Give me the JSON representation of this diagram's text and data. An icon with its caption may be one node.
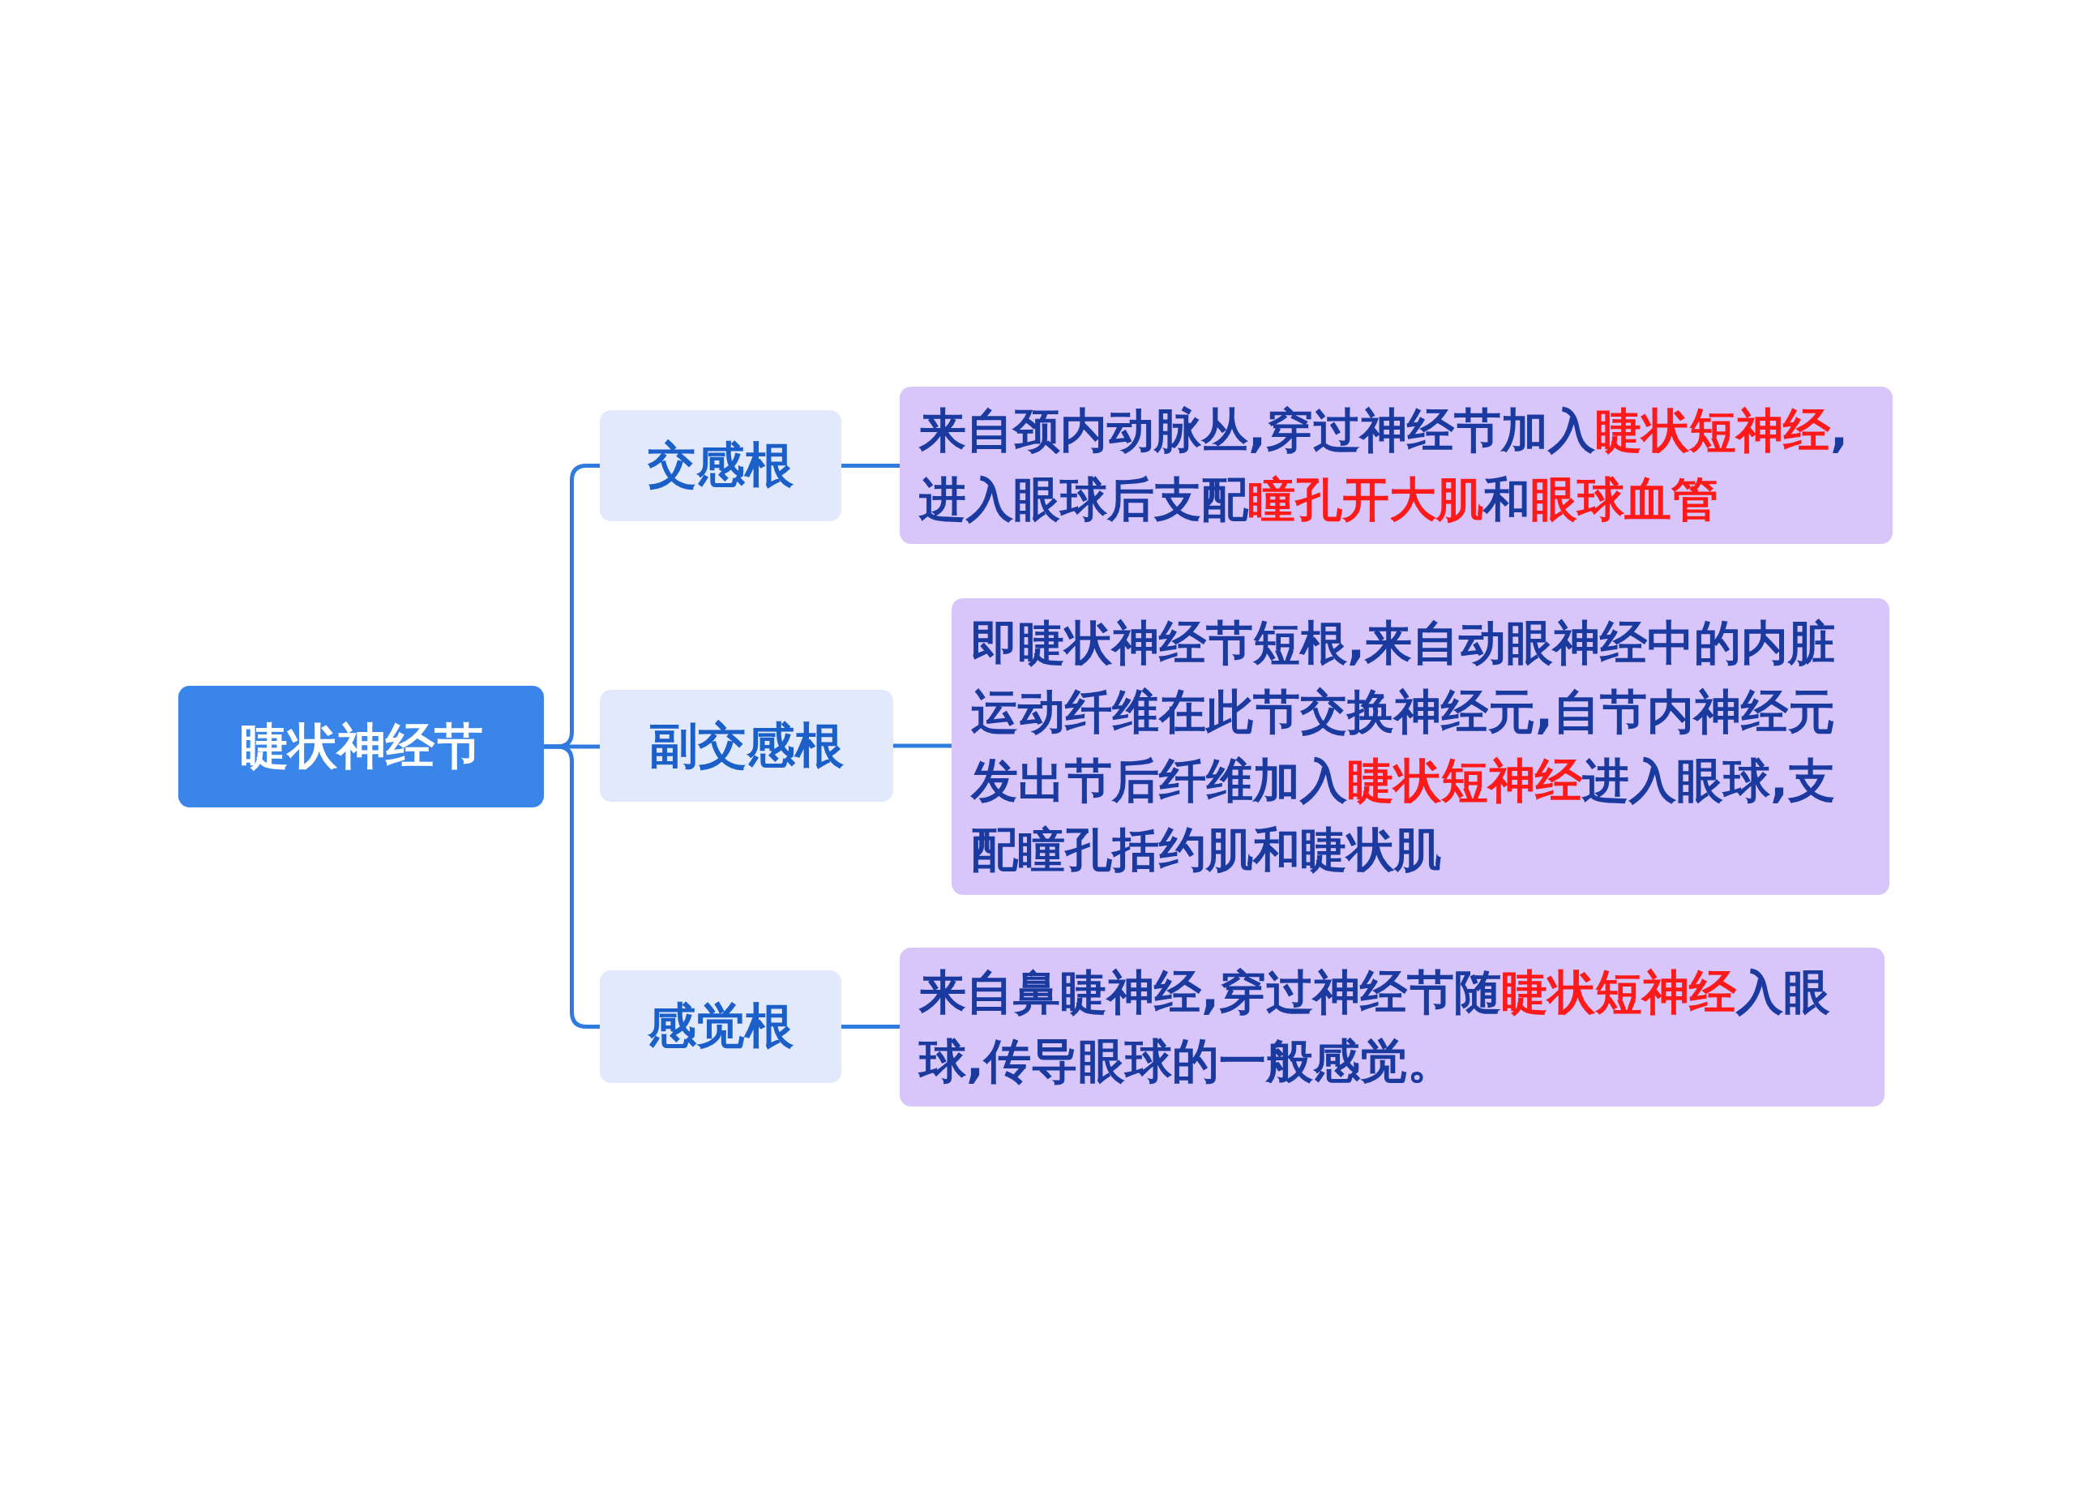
{
  "diagram": {
    "nodes": [
      {
        "text": [
          "睫状神经节"
        ]
      },
      {
        "text": [
          "交感根"
        ]
      },
      {
        "text": [
          "副交感根"
        ]
      },
      {
        "text": [
          "感觉根"
        ]
      },
      {
        "text": [
          "来自颈内动脉丛,穿过神经节加入**睫状短神经**,进入眼球后支配**瞳孔开大肌**和**眼球血管**"
        ]
      },
      {
        "text": [
          "即睫状神经节短根,来自动眼神经中的内脏运动纤维在此节交换神经元,自节内神经元发出节后纤维加入**睫状短神经**进入眼球,支配瞳孔括约肌和睫状肌"
        ]
      },
      {
        "text": [
          "来自鼻睫神经,穿过神经节随**睫状短神经**入眼球,传导眼球的一般感觉。"
        ]
      }
    ],
    "edges": [
      {
        "from": 0,
        "to": 1,
        "arrow": "none"
      },
      {
        "from": 0,
        "to": 2,
        "arrow": "none"
      },
      {
        "from": 0,
        "to": 3,
        "arrow": "none"
      },
      {
        "from": 1,
        "to": 4,
        "arrow": "none"
      },
      {
        "from": 2,
        "to": 5,
        "arrow": "none"
      },
      {
        "from": 3,
        "to": 6,
        "arrow": "none"
      }
    ]
  }
}
